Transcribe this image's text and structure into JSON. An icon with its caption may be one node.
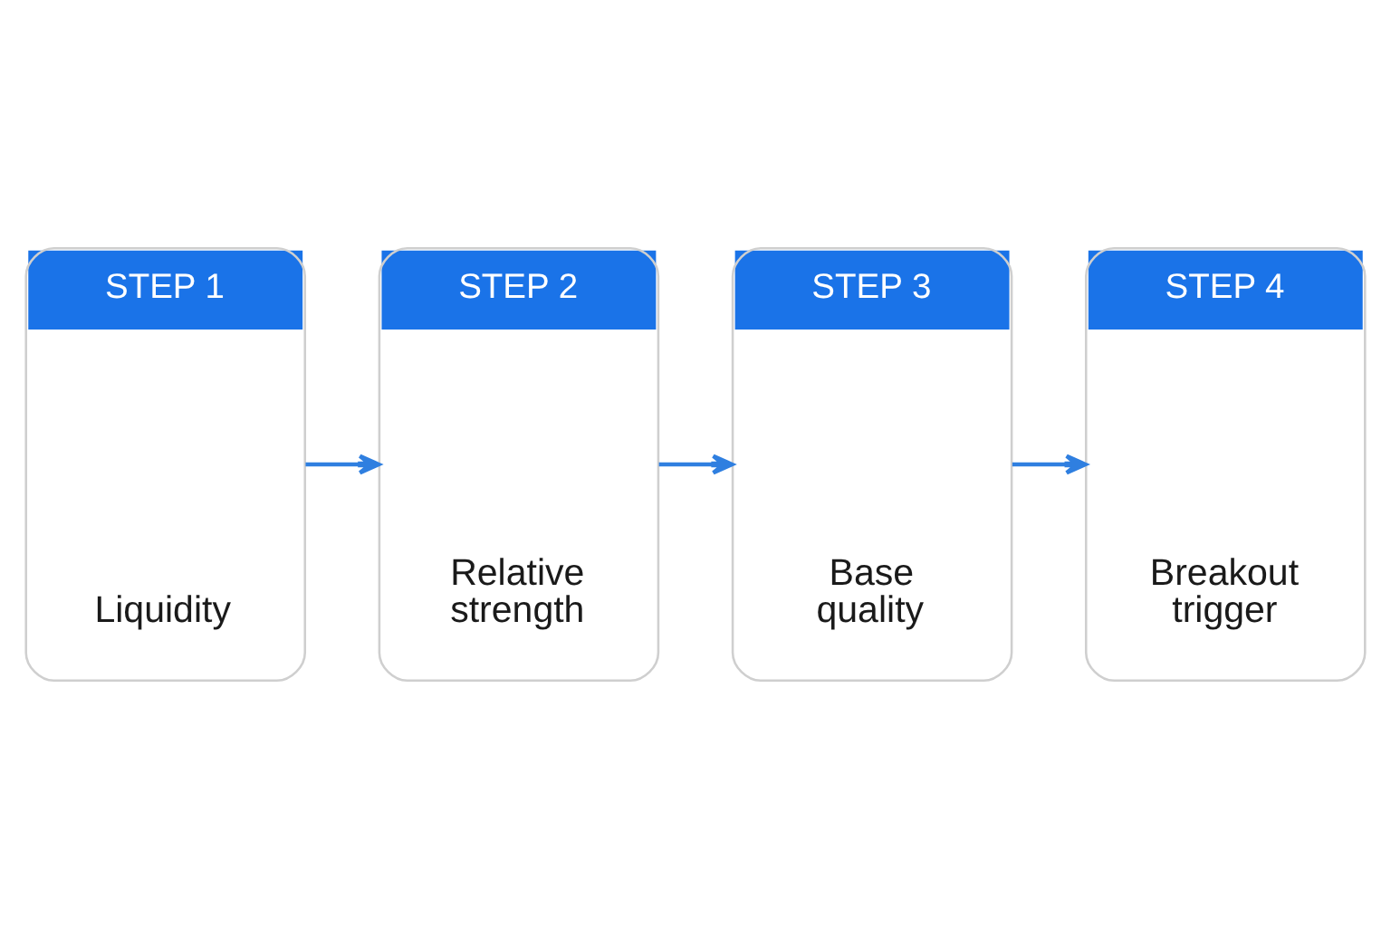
{
  "diagram": {
    "nodes": [
      {
        "text": [
          "STEP 1",
          "Liquidity"
        ]
      },
      {
        "text": [
          "STEP 2",
          "Relative strength"
        ]
      },
      {
        "text": [
          "STEP 3",
          "Base quality"
        ]
      },
      {
        "text": [
          "STEP 4",
          "Breakout trigger"
        ]
      }
    ],
    "edges": [
      {
        "from": 0,
        "to": 1,
        "arrow": "to"
      },
      {
        "from": 1,
        "to": 2,
        "arrow": "to"
      },
      {
        "from": 2,
        "to": 3,
        "arrow": "to"
      }
    ]
  }
}
